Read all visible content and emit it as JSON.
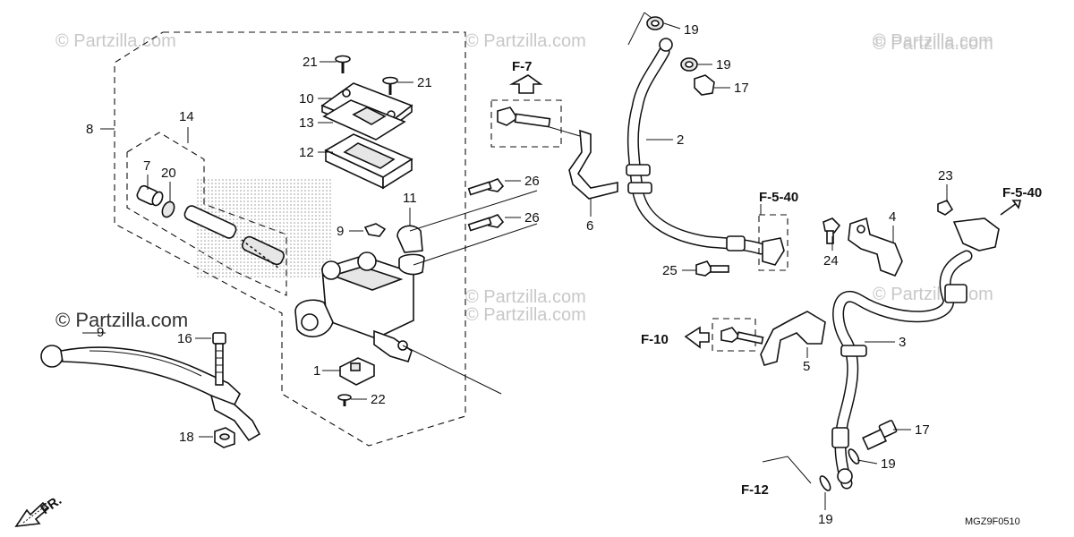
{
  "watermarks": [
    "© Partzilla.com",
    "© Partzilla.com",
    "© Partzilla.com",
    "© Partzilla.com",
    "© Partzilla.com",
    "© Partzilla.com",
    "© Partzilla.com"
  ],
  "center_watermark": "© Partzilla.com",
  "diagram_code": "MGZ9F0510",
  "front_label": "FR.",
  "callouts": {
    "c1": "1",
    "c2": "2",
    "c3": "3",
    "c4": "4",
    "c5": "5",
    "c6": "6",
    "c7": "7",
    "c8": "8",
    "c9": "9",
    "c9b": "9",
    "c10": "10",
    "c11": "11",
    "c12": "12",
    "c13": "13",
    "c14": "14",
    "c16": "16",
    "c17a": "17",
    "c17b": "17",
    "c18": "18",
    "c19a": "19",
    "c19b": "19",
    "c19c": "19",
    "c19d": "19",
    "c20": "20",
    "c21a": "21",
    "c21b": "21",
    "c22": "22",
    "c23": "23",
    "c24": "24",
    "c25": "25",
    "c26a": "26",
    "c26b": "26"
  },
  "references": {
    "f7": "F-7",
    "f540a": "F-5-40",
    "f540b": "F-5-40",
    "f10": "F-10",
    "f12": "F-12"
  }
}
